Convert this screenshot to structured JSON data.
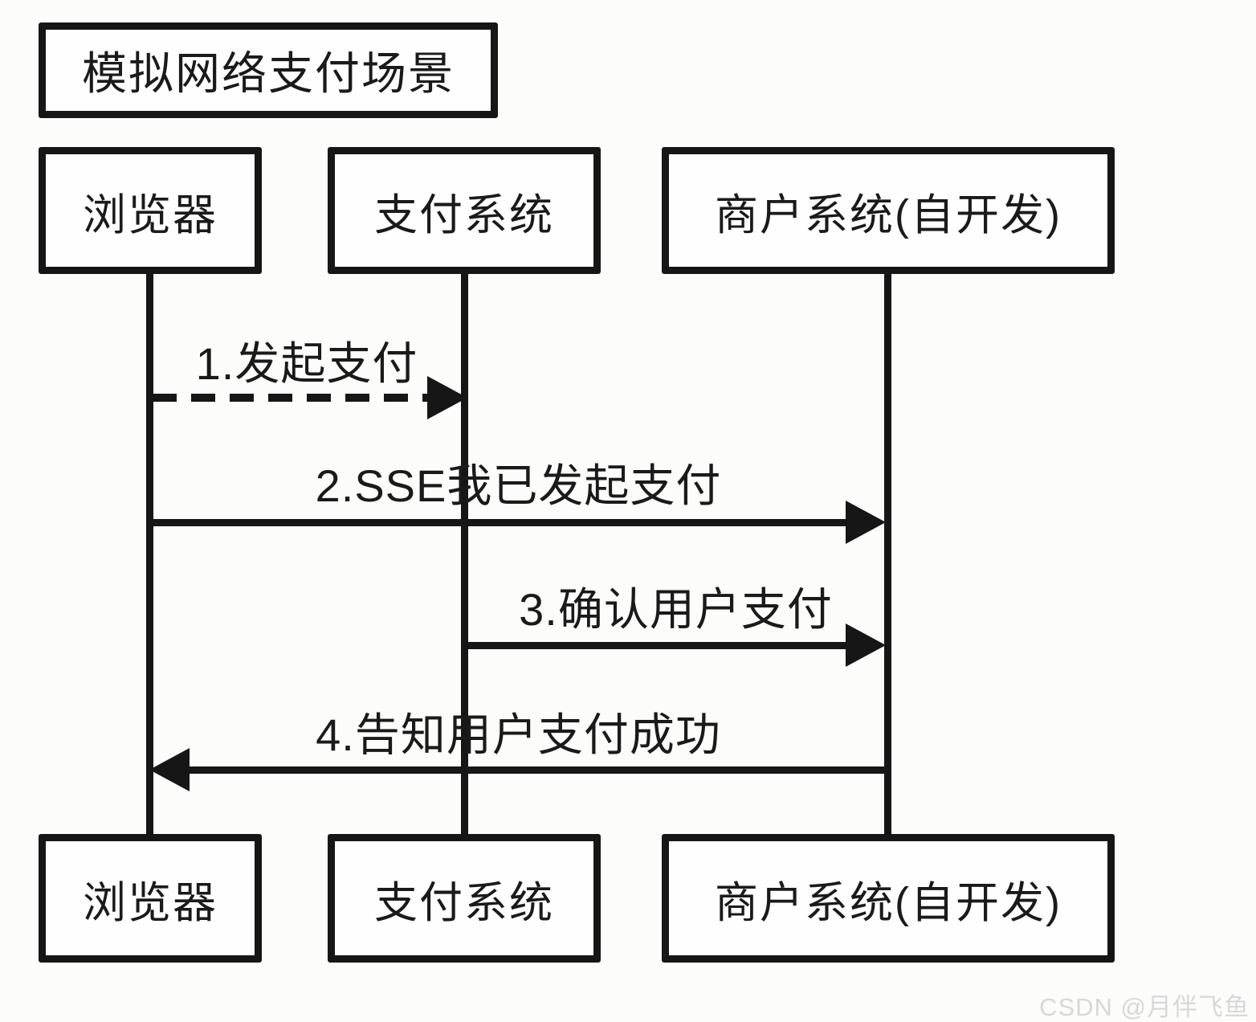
{
  "diagram": {
    "title": "模拟网络支付场景",
    "actors": [
      {
        "id": "browser",
        "label": "浏览器"
      },
      {
        "id": "payment",
        "label": "支付系统"
      },
      {
        "id": "merchant",
        "label": "商户系统(自开发)"
      }
    ],
    "messages": [
      {
        "seq": 1,
        "label": "1.发起支付",
        "from": "浏览器",
        "to": "支付系统",
        "line_style": "dashed",
        "direction": "right"
      },
      {
        "seq": 2,
        "label": "2.SSE我已发起支付",
        "from": "浏览器",
        "to": "商户系统(自开发)",
        "line_style": "solid",
        "direction": "right"
      },
      {
        "seq": 3,
        "label": "3.确认用户支付",
        "from": "支付系统",
        "to": "商户系统(自开发)",
        "line_style": "solid",
        "direction": "right"
      },
      {
        "seq": 4,
        "label": "4.告知用户支付成功",
        "from": "商户系统(自开发)",
        "to": "浏览器",
        "line_style": "solid",
        "direction": "left"
      }
    ],
    "colors": {
      "line": "#161616",
      "background": "#fcfcfb",
      "box_fill": "#fefefe",
      "watermark_text": "#d8d8d8"
    }
  },
  "watermark": {
    "text": "CSDN @月伴飞鱼"
  }
}
